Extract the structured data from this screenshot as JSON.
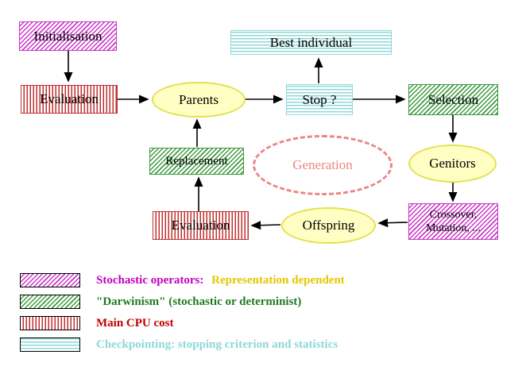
{
  "nodes": {
    "initialisation": {
      "label": "Initialisation"
    },
    "best_individual": {
      "label": "Best individual"
    },
    "evaluation_top": {
      "label": "Evaluation"
    },
    "parents": {
      "label": "Parents"
    },
    "stop": {
      "label": "Stop ?"
    },
    "selection": {
      "label": "Selection"
    },
    "replacement": {
      "label": "Replacement"
    },
    "generation": {
      "label": "Generation"
    },
    "genitors": {
      "label": "Genitors"
    },
    "crossover": {
      "line1": "Crossover,",
      "line2": "Mutation, ..."
    },
    "offspring": {
      "label": "Offspring"
    },
    "evaluation_bottom": {
      "label": "Evaluation"
    }
  },
  "legend": {
    "items": [
      {
        "text": "Stochastic operators:",
        "text2": "Representation dependent"
      },
      {
        "text": "\"Darwinism\" (stochastic or determinist)"
      },
      {
        "text": "Main CPU cost"
      },
      {
        "text": "Checkpointing: stopping criterion and statistics"
      }
    ]
  },
  "colors": {
    "magenta": "#c935c9",
    "green": "#3d993d",
    "red": "#c03030",
    "cyan": "#8fd8d8",
    "yellow_fill": "#ffffc4",
    "yellow_border": "#e3e050",
    "salmon": "#ec8585",
    "legend_yellow": "#e3c800"
  }
}
